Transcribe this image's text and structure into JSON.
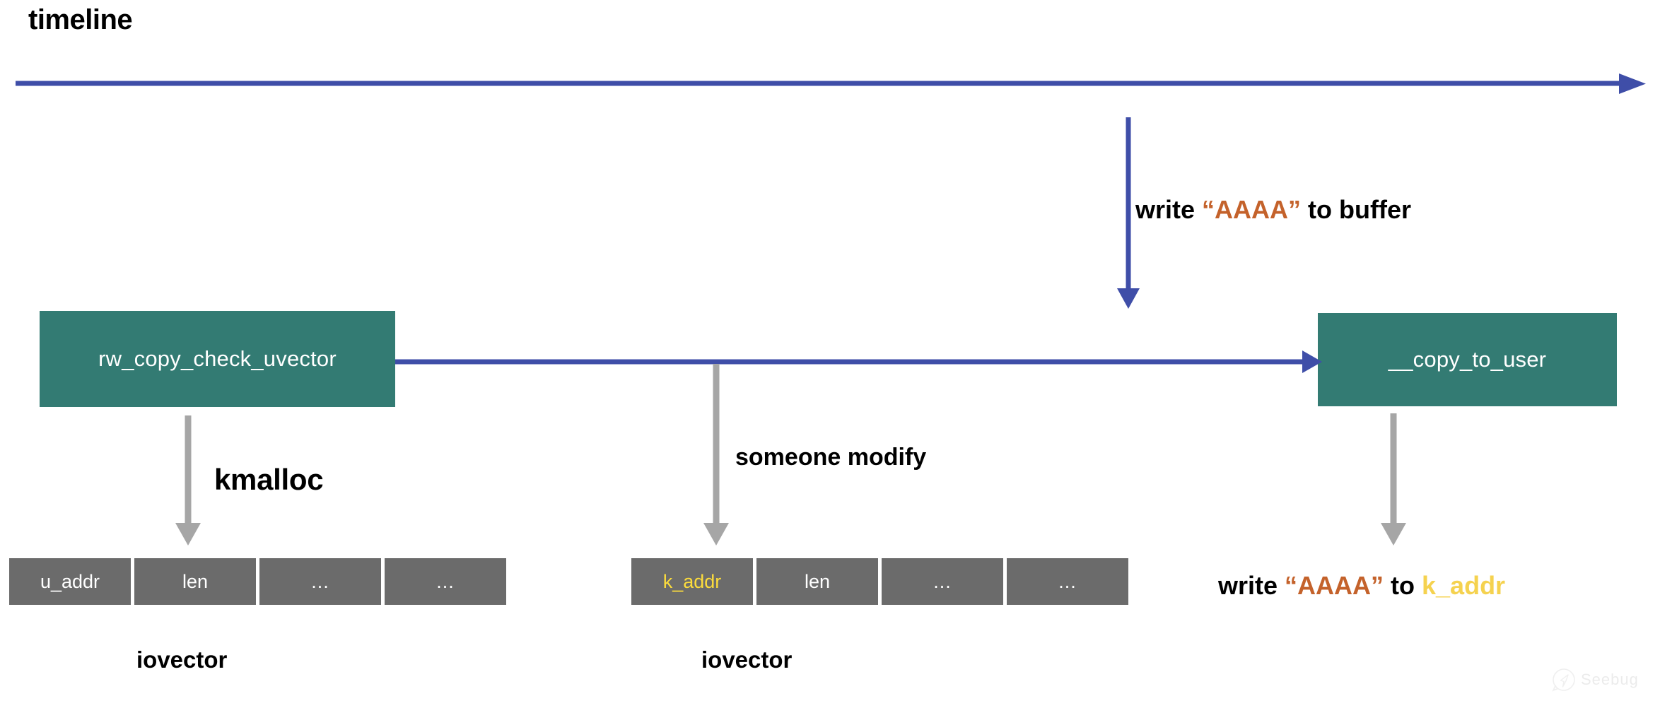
{
  "page_title": "timeline",
  "colors": {
    "timeline_blue": "#3f4ea8",
    "process_teal": "#337b73",
    "struct_gray": "#6b6b6b",
    "arrow_gray": "#a6a6a6",
    "accent_orange": "#c4622b",
    "accent_yellow": "#f5d24f",
    "table_accent_yellow": "#fcdc3c",
    "background": "#ffffff"
  },
  "timeline": {
    "axis_label": "timeline",
    "direction": "left-to-right"
  },
  "processes": [
    {
      "id": "rw_copy_check_uvector",
      "label": "rw_copy_check_uvector"
    },
    {
      "id": "copy_to_user",
      "label": "__copy_to_user"
    }
  ],
  "annotations": {
    "write_buffer": {
      "prefix": "write ",
      "quoted": "“AAAA”",
      "suffix": " to buffer"
    },
    "kmalloc": "kmalloc",
    "someone_modify": "someone modify",
    "write_kaddr": {
      "prefix": "write ",
      "quoted": "“AAAA”",
      "middle": " to ",
      "target": "k_addr"
    }
  },
  "iovectors": [
    {
      "id": "iovector-user",
      "caption": "iovector",
      "cells": [
        {
          "text": "u_addr",
          "accent": false
        },
        {
          "text": "len",
          "accent": false
        },
        {
          "text": "...",
          "accent": false
        },
        {
          "text": "...",
          "accent": false
        }
      ]
    },
    {
      "id": "iovector-modified",
      "caption": "iovector",
      "cells": [
        {
          "text": "k_addr",
          "accent": true
        },
        {
          "text": "len",
          "accent": false
        },
        {
          "text": "...",
          "accent": false
        },
        {
          "text": "...",
          "accent": false
        }
      ]
    }
  ],
  "watermark": {
    "text": "Seebug",
    "icon": "seebug-logo-icon"
  }
}
